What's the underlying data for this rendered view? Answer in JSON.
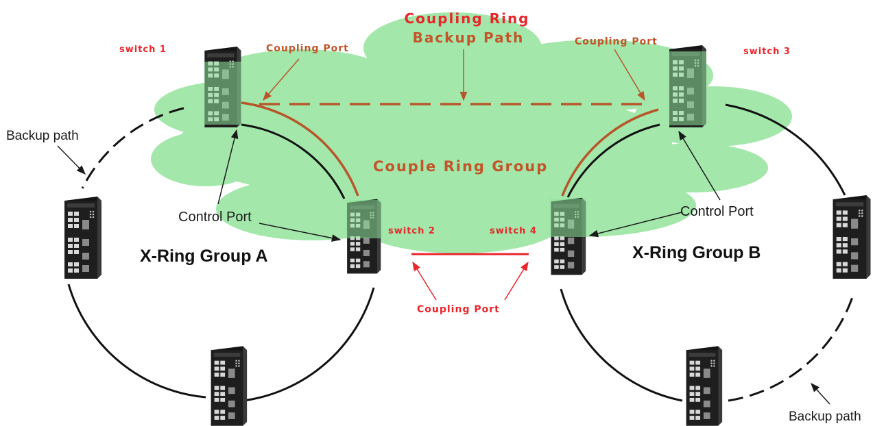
{
  "labels": {
    "coupling_ring_line1": "Coupling Ring",
    "coupling_ring_line2": "Backup Path",
    "coupling_port": "Coupling Port",
    "couple_ring_group": "Couple Ring Group",
    "backup_path": "Backup path",
    "control_port": "Control Port",
    "group_a": "X-Ring Group A",
    "group_b": "X-Ring Group B"
  },
  "switches": {
    "switch_1": "switch 1",
    "switch_2": "switch 2",
    "switch_3": "switch 3",
    "switch_4": "switch 4"
  },
  "colors": {
    "cloud": "#9fe6a6",
    "coupling_link": "#b8552a",
    "coupling_text": "#e8262b",
    "ring_line": "#111111",
    "switch_body": "#1e1e1e"
  }
}
